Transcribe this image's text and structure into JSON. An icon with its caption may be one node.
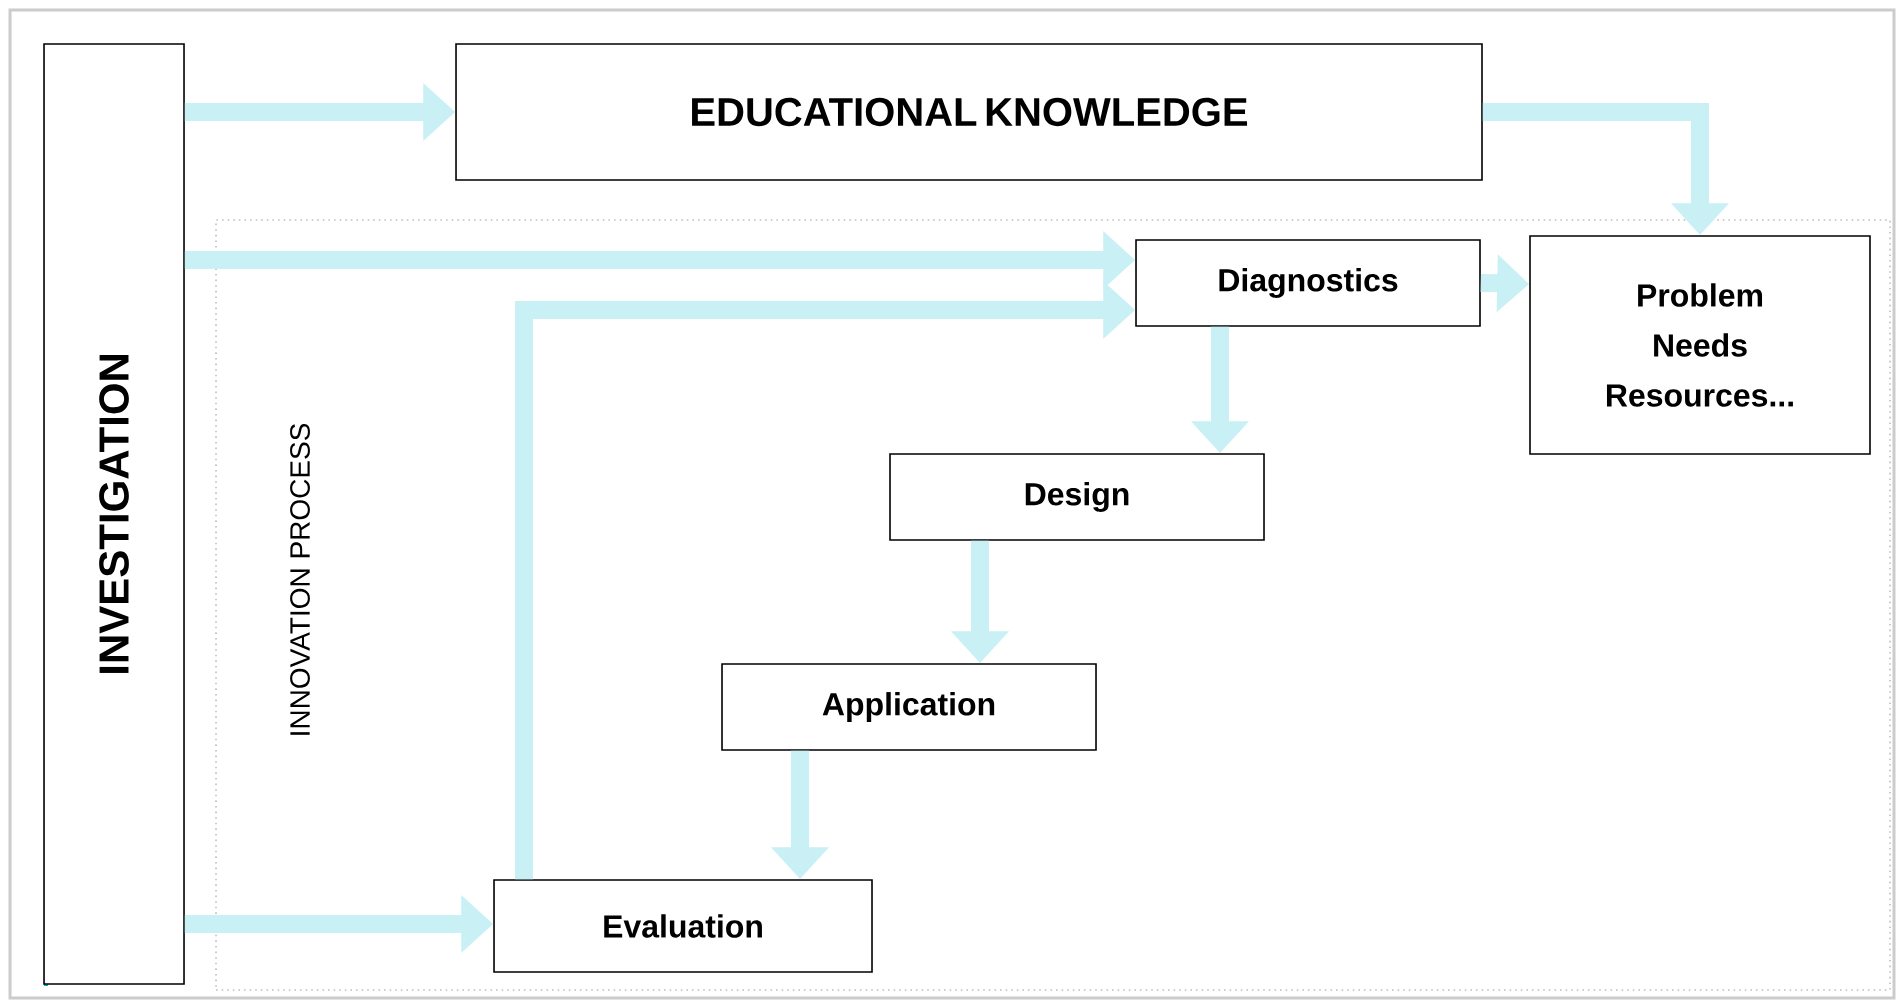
{
  "diagram": {
    "nodes": [
      {
        "text": [
          "INVESTIGATION"
        ]
      },
      {
        "text": [
          "EDUCATIONAL KNOWLEDGE"
        ]
      },
      {
        "text": [
          "INNOVATION PROCESS"
        ]
      },
      {
        "text": [
          "Diagnostics"
        ],
        "in": 2
      },
      {
        "text": [
          "Problem Needs Resources..."
        ],
        "in": 2
      },
      {
        "text": [
          "Design"
        ],
        "in": 2
      },
      {
        "text": [
          "Application"
        ],
        "in": 2
      },
      {
        "text": [
          "Evaluation"
        ],
        "in": 2
      }
    ],
    "edges": [
      {
        "from": 0,
        "to": 1,
        "arrow": "to"
      },
      {
        "from": 1,
        "to": 4,
        "arrow": "to"
      },
      {
        "from": 0,
        "to": 3,
        "arrow": "to"
      },
      {
        "from": 7,
        "to": 3,
        "arrow": "to"
      },
      {
        "from": 3,
        "to": 4,
        "arrow": "to"
      },
      {
        "from": 3,
        "to": 5,
        "arrow": "to"
      },
      {
        "from": 5,
        "to": 6,
        "arrow": "to"
      },
      {
        "from": 6,
        "to": 7,
        "arrow": "to"
      },
      {
        "from": 0,
        "to": 7,
        "arrow": "to"
      }
    ]
  }
}
